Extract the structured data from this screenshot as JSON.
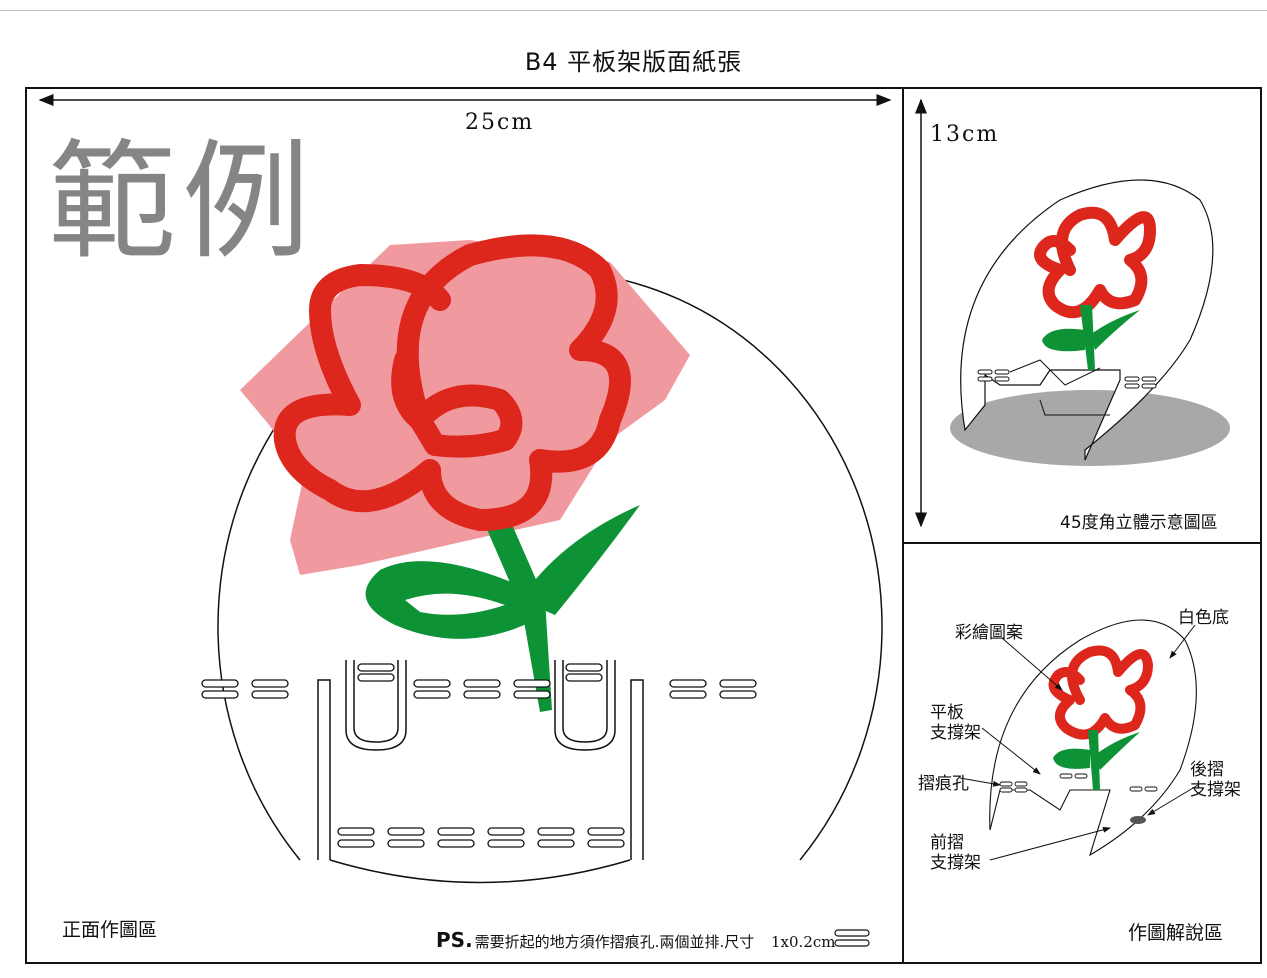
{
  "title": "B4 平板架版面紙張",
  "front_panel": {
    "width_label": "25cm",
    "watermark": "範例",
    "label": "正面作圖區",
    "ps_prefix": "PS.",
    "ps_text": "需要折起的地方須作摺痕孔.兩個並排.尺寸",
    "ps_size": "1x0.2cm"
  },
  "perspective_panel": {
    "height_label": "13cm",
    "label": "45度角立體示意圖區"
  },
  "explain_panel": {
    "label": "作圖解說區",
    "callouts": {
      "painted_pattern": "彩繪圖案",
      "white_base": "白色底",
      "board_support_1": "平板",
      "board_support_2": "支撐架",
      "crease_hole": "摺痕孔",
      "back_fold_1": "後摺",
      "back_fold_2": "支撐架",
      "front_fold_1": "前摺",
      "front_fold_2": "支撐架"
    }
  },
  "colors": {
    "petal_red": "#dd261c",
    "pink_bg": "#f09aa0",
    "stem_green": "#0e9236",
    "shadow_gray": "#a8a8a8",
    "watermark_gray": "#858585"
  }
}
